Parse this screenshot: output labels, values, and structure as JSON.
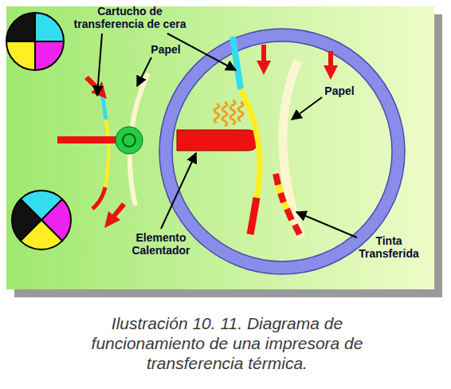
{
  "diagram": {
    "caption": "Ilustración 10. 11. Diagrama de funcionamiento de una impresora de transferencia térmica.",
    "labels": [
      "Cartucho de transferencia de cera",
      "Papel",
      "Papel",
      "Elemento Calentador",
      "Tinta Transferida"
    ]
  }
}
